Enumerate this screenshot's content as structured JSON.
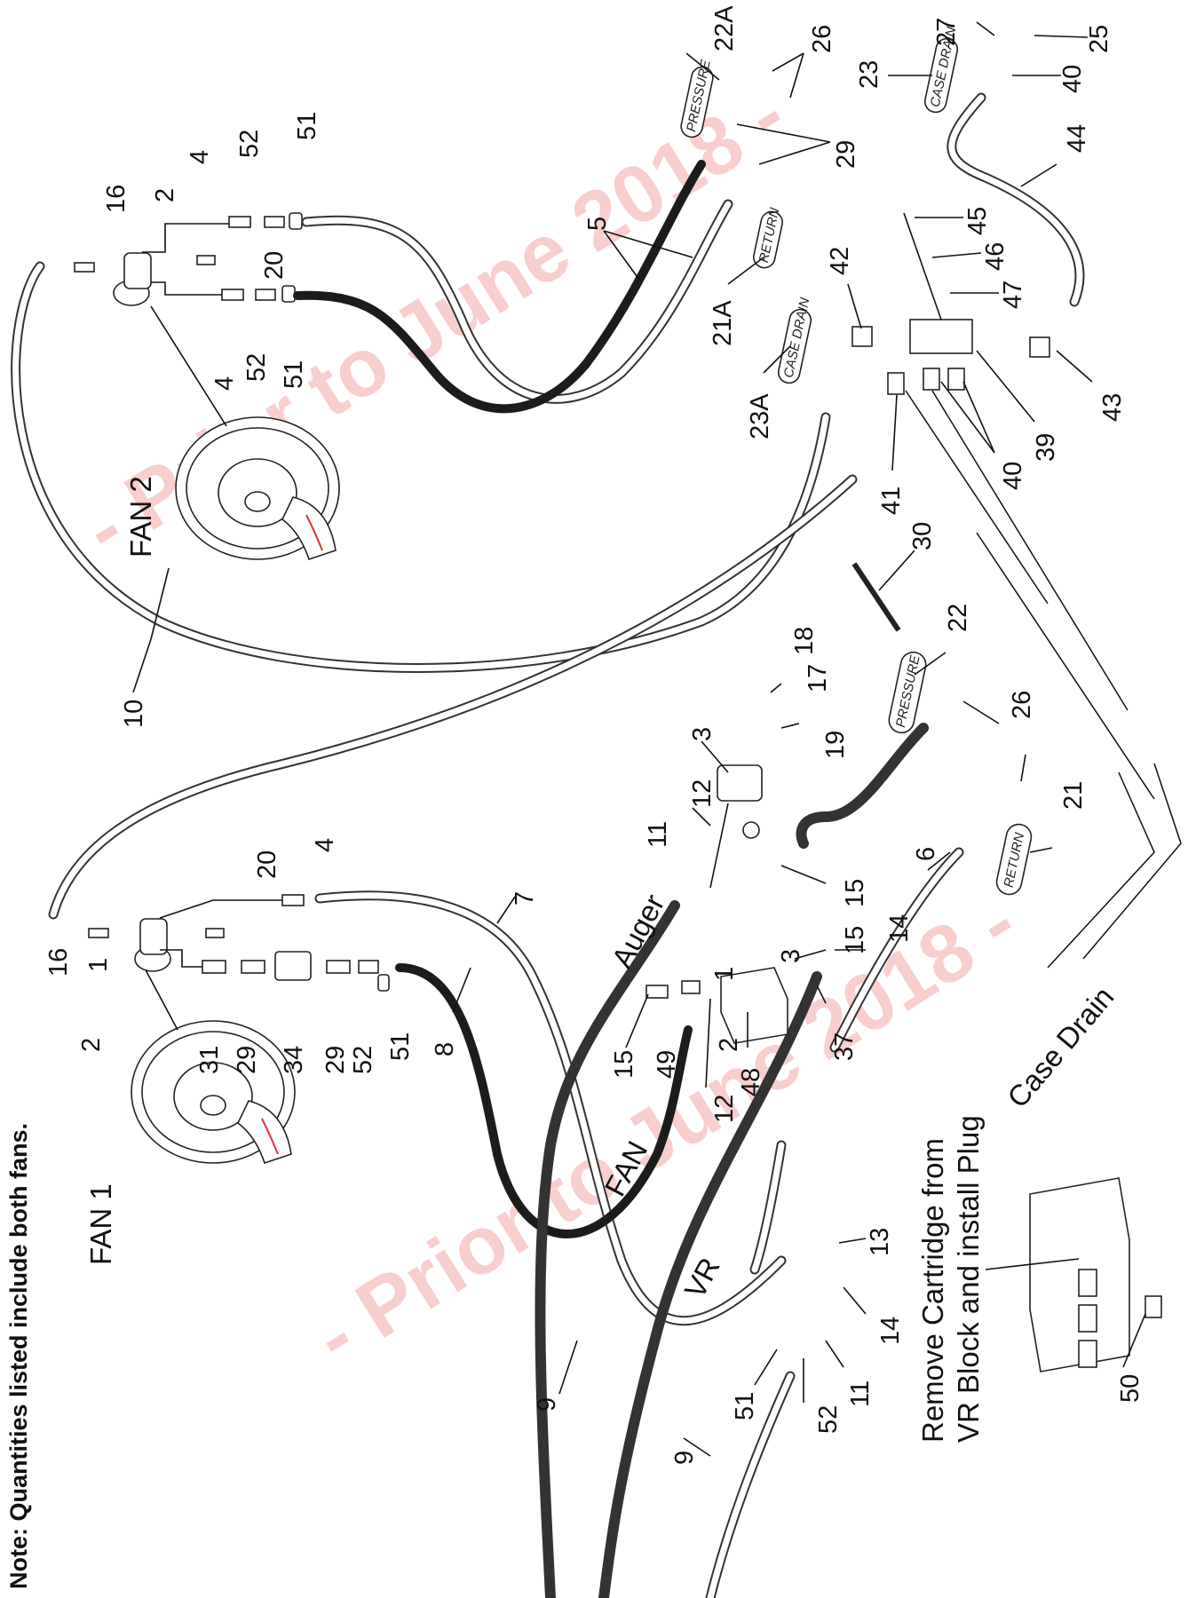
{
  "note": "Note: Quantities listed include both fans.",
  "watermark": "- Prior to June 2018 -",
  "side_labels": {
    "fan1": "FAN 1",
    "fan2": "FAN 2",
    "auger": "Auger",
    "fan": "FAN",
    "vr": "VR",
    "case_drain": "Case Drain"
  },
  "instruction": {
    "line1": "Remove Cartridge from",
    "line2": "VR Block and install Plug"
  },
  "tags": {
    "pressure": "PRESSURE",
    "return": "RETURN",
    "case_drain": "CASE DRAIN"
  },
  "callouts": {
    "fan1_1": "1",
    "fan1_2": "2",
    "fan1_16": "16",
    "fan1_31": "31",
    "fan1_29a": "29",
    "fan1_34": "34",
    "fan1_29b": "29",
    "fan1_52": "52",
    "fan1_51": "51",
    "fan1_8": "8",
    "fan1_20": "20",
    "fan1_4": "4",
    "hose_7": "7",
    "hose_10": "10",
    "fan2_16": "16",
    "fan2_2": "2",
    "fan2_4a": "4",
    "fan2_52a": "52",
    "fan2_51a": "51",
    "fan2_20": "20",
    "fan2_4b": "4",
    "fan2_52b": "52",
    "fan2_51b": "51",
    "hose_5": "5",
    "p22a": "22A",
    "p26a": "26",
    "p29": "29",
    "p21a": "21A",
    "p23a": "23A",
    "p42": "42",
    "p23": "23",
    "p27": "27",
    "p25": "25",
    "p40a": "40",
    "p44": "44",
    "p45": "45",
    "p46": "46",
    "p47": "47",
    "p43": "43",
    "p39": "39",
    "p40b": "40",
    "p41": "41",
    "p30": "30",
    "p22": "22",
    "p26b": "26",
    "p21": "21",
    "p18": "18",
    "p17": "17",
    "p19": "19",
    "p3a": "3",
    "p12a": "12",
    "p11a": "11",
    "p6": "6",
    "p15a": "15",
    "p15b": "15",
    "p3b": "3",
    "p14a": "14",
    "p1": "1",
    "p2": "2",
    "p15c": "15",
    "p49": "49",
    "p48": "48",
    "p37": "37",
    "p12b": "12",
    "p13": "13",
    "p14b": "14",
    "p11b": "11",
    "p52c": "52",
    "p51c": "51",
    "p9a": "9",
    "p9b": "9",
    "p50": "50"
  }
}
